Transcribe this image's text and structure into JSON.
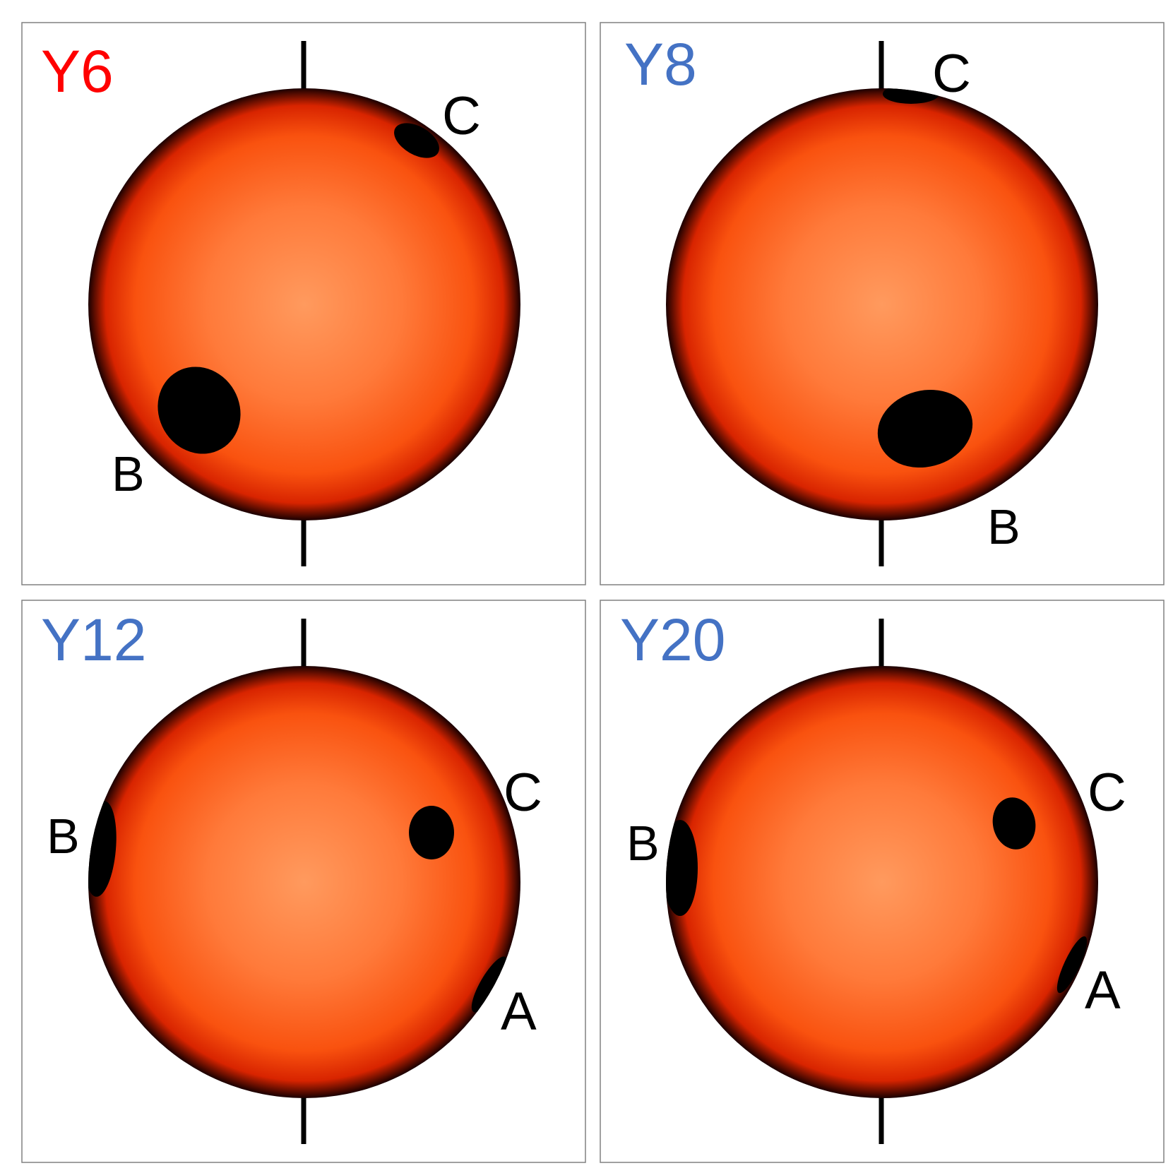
{
  "figure": {
    "panels": [
      {
        "id": "p1",
        "title": "Y6",
        "title_color": "#ff0000",
        "spots": [
          {
            "label": "C"
          },
          {
            "label": "B"
          }
        ]
      },
      {
        "id": "p2",
        "title": "Y8",
        "title_color": "#4472c4",
        "spots": [
          {
            "label": "C"
          },
          {
            "label": "B"
          }
        ]
      },
      {
        "id": "p3",
        "title": "Y12",
        "title_color": "#4472c4",
        "spots": [
          {
            "label": "B"
          },
          {
            "label": "C"
          },
          {
            "label": "A"
          }
        ]
      },
      {
        "id": "p4",
        "title": "Y20",
        "title_color": "#4472c4",
        "spots": [
          {
            "label": "B"
          },
          {
            "label": "C"
          },
          {
            "label": "A"
          }
        ]
      }
    ],
    "colors": {
      "star_center": "#ff9a5e",
      "star_mid": "#ff5a14",
      "star_edge": "#d01a00",
      "limb": "#1a0000",
      "spot": "#000000",
      "axis": "#000000",
      "panel_border": "#808080"
    }
  }
}
